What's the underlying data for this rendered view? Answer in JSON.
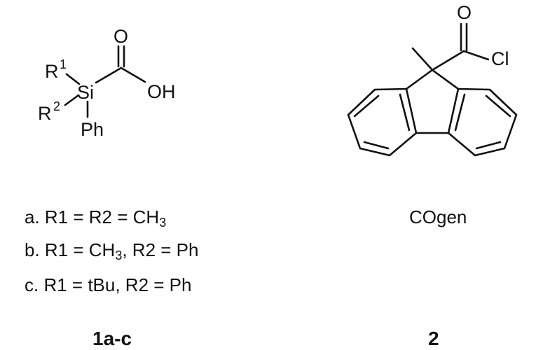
{
  "compound_1": {
    "atoms": {
      "r1": "R",
      "r1_sup": "1",
      "r2": "R",
      "r2_sup": "2",
      "si": "Si",
      "ph": "Ph",
      "o": "O",
      "oh": "OH"
    },
    "variants": [
      {
        "prefix": "a. R1 = R2 = CH",
        "sub": "3",
        "suffix": ""
      },
      {
        "prefix": "b. R1 = CH",
        "sub": "3",
        "suffix": ", R2 = Ph"
      },
      {
        "prefix": "c. R1 = tBu, R2 = Ph",
        "sub": "",
        "suffix": ""
      }
    ],
    "label": "1a-c"
  },
  "compound_2": {
    "atoms": {
      "o": "O",
      "cl": "Cl"
    },
    "name": "COgen",
    "label": "2"
  }
}
